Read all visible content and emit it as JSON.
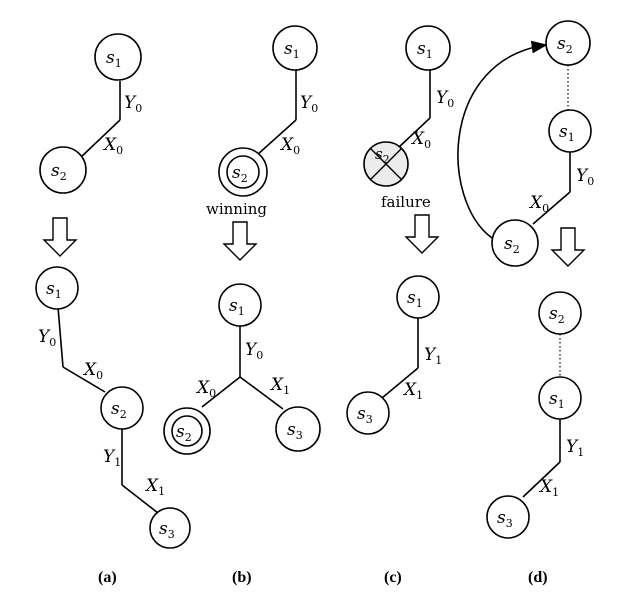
{
  "nodes": {
    "s1": {
      "base": "s",
      "sub": "1"
    },
    "s2": {
      "base": "s",
      "sub": "2"
    },
    "s3": {
      "base": "s",
      "sub": "3"
    }
  },
  "edges": {
    "X0": {
      "base": "X",
      "sub": "0"
    },
    "X1": {
      "base": "X",
      "sub": "1"
    },
    "Y0": {
      "base": "Y",
      "sub": "0"
    },
    "Y1": {
      "base": "Y",
      "sub": "1"
    }
  },
  "annotations": {
    "winning": "winning",
    "failure": "failure"
  },
  "panels": {
    "a": "(a)",
    "b": "(b)",
    "c": "(c)",
    "d": "(d)"
  }
}
